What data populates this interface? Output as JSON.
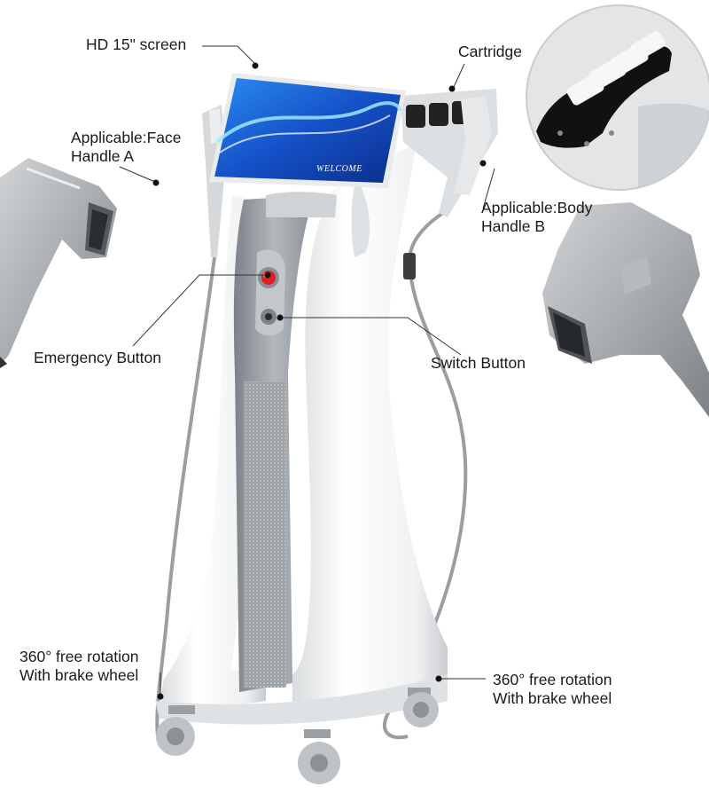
{
  "callouts": {
    "screen": "HD 15\" screen",
    "cartridge": "Cartridge",
    "face_line1": "Applicable:Face",
    "face_line2": "Handle A",
    "body_line1": "Applicable:Body",
    "body_line2": "Handle B",
    "emergency": "Emergency Button",
    "switch": "Switch Button",
    "wheel_left_line1": "360° free rotation",
    "wheel_left_line2": "With  brake wheel",
    "wheel_right_line1": "360° free rotation",
    "wheel_right_line2": "With  brake wheel"
  },
  "screen": {
    "welcome_text": "WELCOME"
  },
  "colors": {
    "body_white": "#f4f5f6",
    "panel_grey": "#9aa0a6",
    "screen_blue": "#1d5fd0",
    "emergency_red": "#e02020",
    "leader_line": "#333333"
  },
  "icons": [
    "emergency-stop-icon",
    "power-switch-icon",
    "caster-wheel-icon"
  ]
}
